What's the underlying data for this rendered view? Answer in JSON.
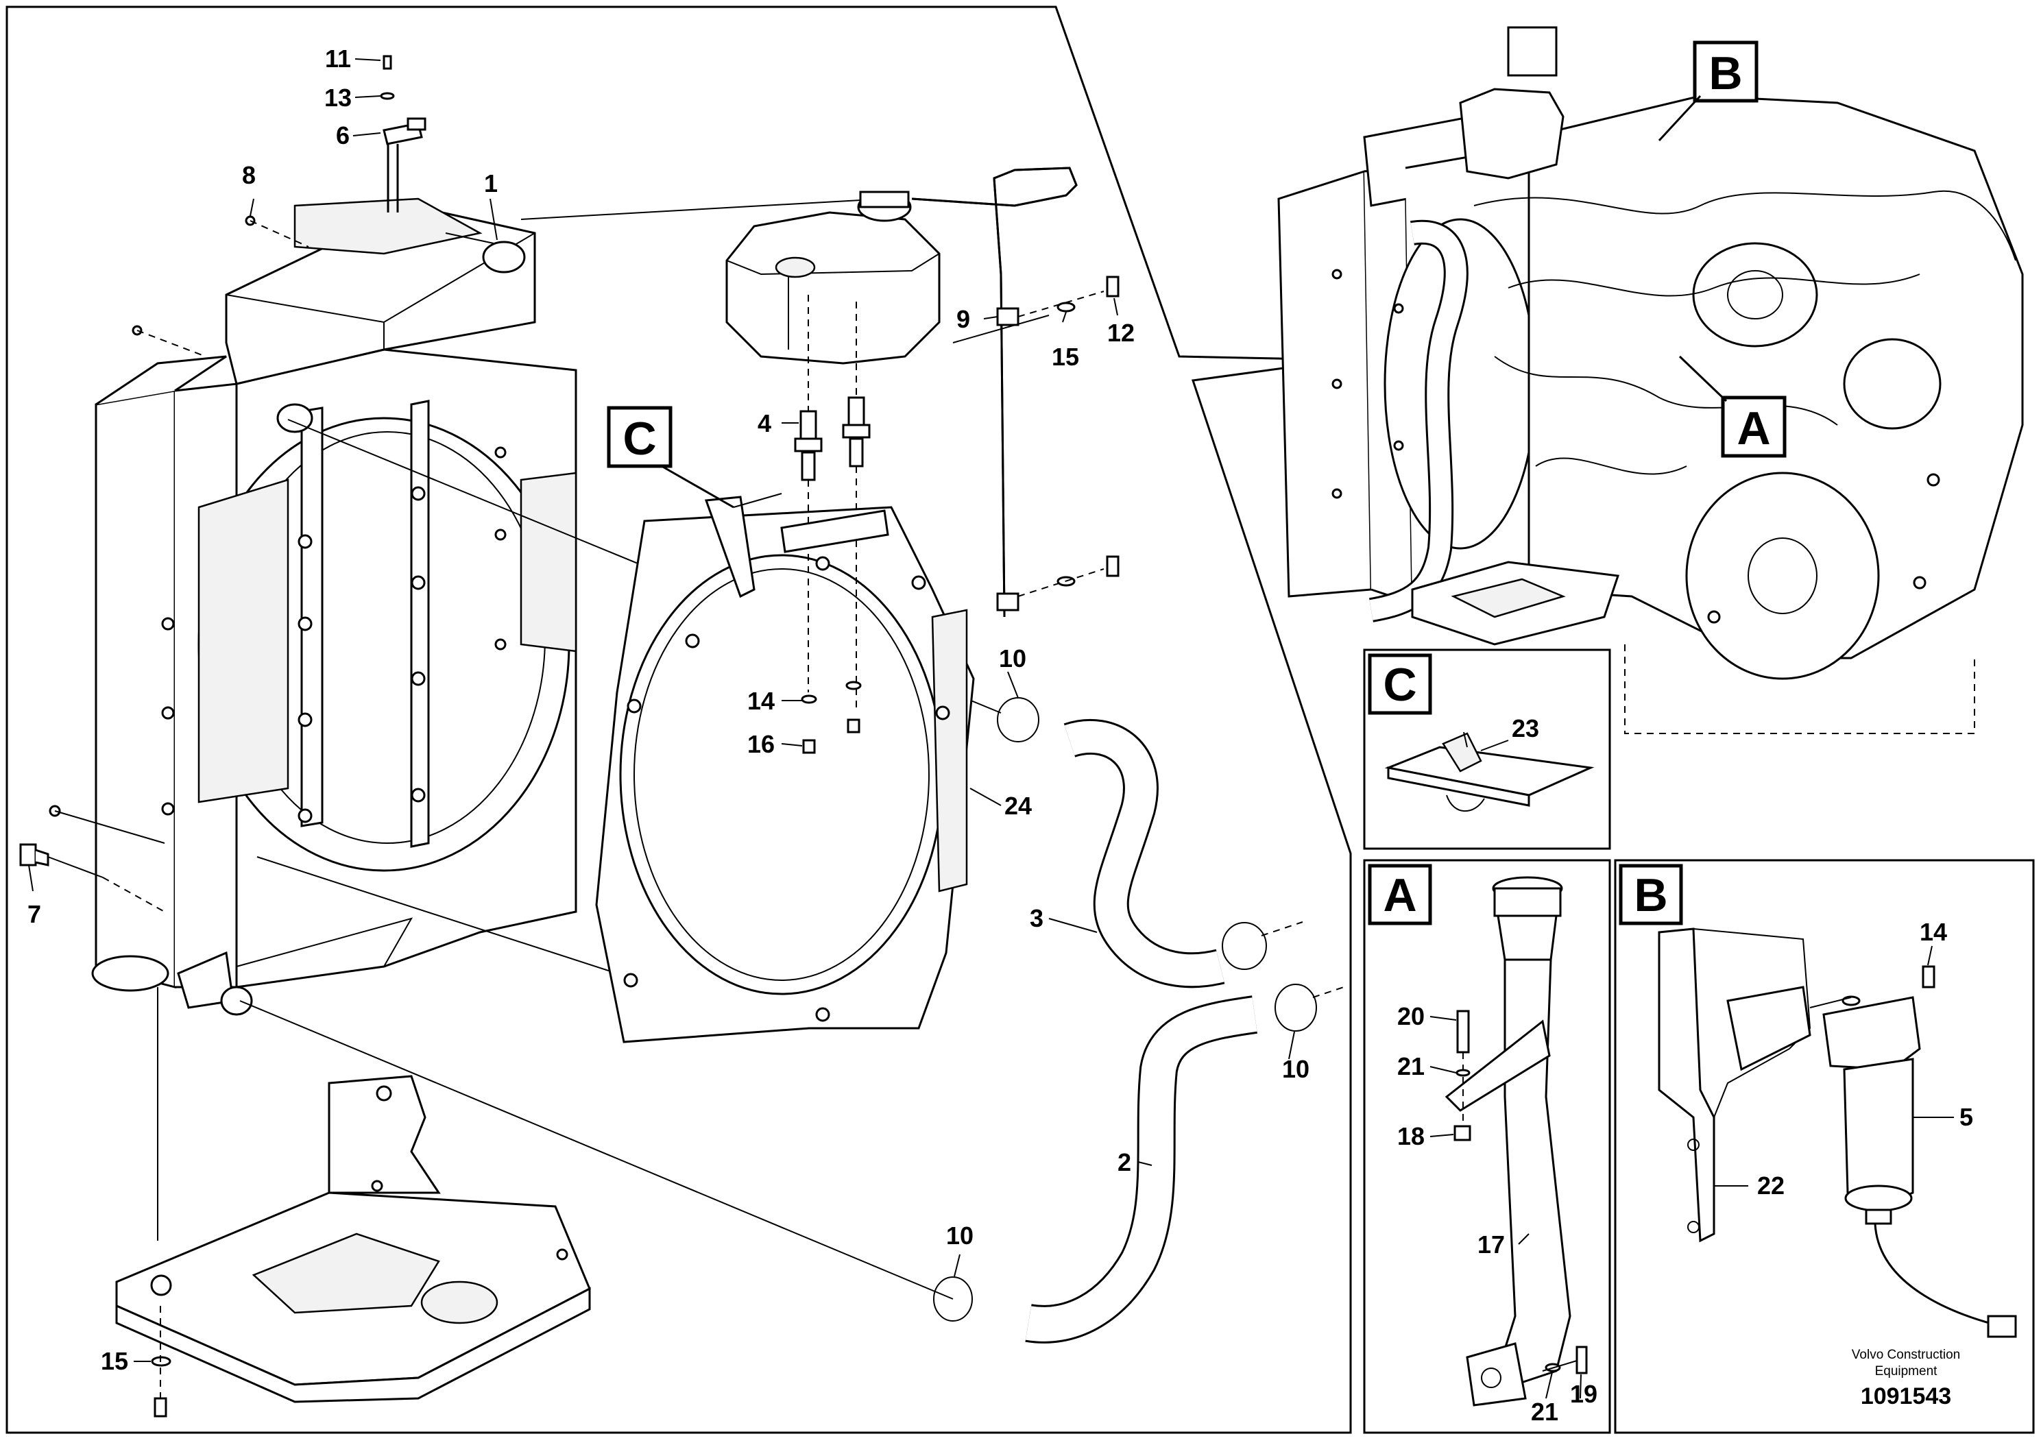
{
  "callouts": {
    "n1": "1",
    "n2": "2",
    "n3": "3",
    "n4": "4",
    "n5": "5",
    "n6": "6",
    "n7": "7",
    "n8": "8",
    "n9": "9",
    "n10a": "10",
    "n10b": "10",
    "n10c": "10",
    "n11": "11",
    "n12": "12",
    "n13": "13",
    "n14a": "14",
    "n14b": "14",
    "n15a": "15",
    "n15b": "15",
    "n16": "16",
    "n17": "17",
    "n18": "18",
    "n19": "19",
    "n20": "20",
    "n21a": "21",
    "n21b": "21",
    "n22": "22",
    "n23": "23",
    "n24": "24"
  },
  "view_labels": {
    "main_c": "C",
    "main_a": "A",
    "main_b": "B",
    "detail_c": "C",
    "detail_a": "A",
    "detail_b": "B"
  },
  "footer": {
    "manufacturer_line1": "Volvo Construction",
    "manufacturer_line2": "Equipment",
    "document_number": "1091543"
  },
  "icons": {
    "overview": "engine-overview-illustration",
    "radiator": "radiator-assembly",
    "tank": "expansion-tank",
    "filter": "coolant-filter"
  }
}
